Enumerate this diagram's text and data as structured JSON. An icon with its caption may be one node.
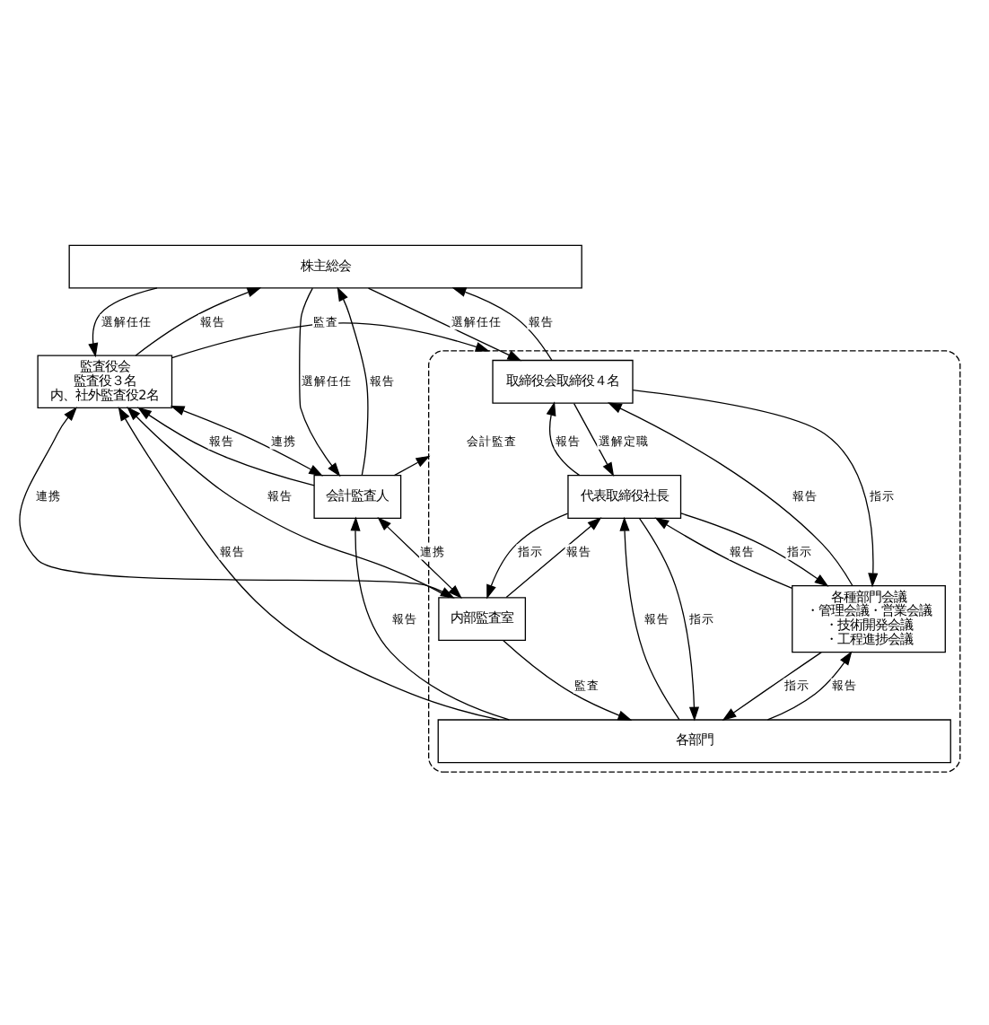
{
  "diagram": {
    "nodes": [
      {
        "text": [
          "株主総会"
        ]
      },
      {
        "text": [],
        "shape": "box"
      },
      {
        "text": [
          "取締役会取締役４名"
        ],
        "in": 1
      },
      {
        "text": [
          "監査役会",
          "監査役３名",
          "内、社外監査役2名"
        ]
      },
      {
        "text": [
          "代表取締役社長"
        ],
        "in": 1
      },
      {
        "text": [
          "会計監査人"
        ]
      },
      {
        "text": [
          "各種部門会議",
          "・管理会議・営業会議",
          "・技術開発会議",
          "・工程進捗会議"
        ],
        "in": 1
      },
      {
        "text": [
          "内部監査室"
        ],
        "in": 1
      },
      {
        "text": [
          "各部門"
        ],
        "in": 1
      }
    ],
    "edges": [
      {
        "from": 0,
        "to": 2,
        "arrow": "to",
        "label": "選解任任"
      },
      {
        "from": 2,
        "to": 0,
        "arrow": "to",
        "label": "報告"
      },
      {
        "from": 0,
        "to": 3,
        "arrow": "to",
        "label": "選解任任"
      },
      {
        "from": 3,
        "to": 0,
        "arrow": "to",
        "label": "報告"
      },
      {
        "from": 5,
        "to": 0,
        "arrow": "to",
        "label": "報告"
      },
      {
        "from": 0,
        "to": 5,
        "arrow": "to",
        "label": "選解任任"
      },
      {
        "from": 3,
        "to": 1,
        "arrow": "to",
        "label": "監査"
      },
      {
        "from": 2,
        "to": 4,
        "arrow": "to",
        "label": "選解定職"
      },
      {
        "from": 4,
        "to": 2,
        "arrow": "to",
        "label": "報告"
      },
      {
        "from": 2,
        "to": 6,
        "arrow": "to",
        "label": "指示"
      },
      {
        "from": 6,
        "to": 2,
        "arrow": "to",
        "label": "報告"
      },
      {
        "from": 6,
        "to": 4,
        "arrow": "to",
        "label": "報告"
      },
      {
        "from": 4,
        "to": 6,
        "arrow": "to",
        "label": "指示"
      },
      {
        "from": 8,
        "to": 4,
        "arrow": "to",
        "label": "報告"
      },
      {
        "from": 4,
        "to": 8,
        "arrow": "to",
        "label": "指示"
      },
      {
        "from": 7,
        "to": 4,
        "arrow": "to",
        "label": "報告"
      },
      {
        "from": 4,
        "to": 7,
        "arrow": "to",
        "label": "指示"
      },
      {
        "from": 7,
        "to": 3,
        "arrow": "both",
        "label": "連携"
      },
      {
        "from": 7,
        "to": 3,
        "arrow": "to",
        "label": "報告"
      },
      {
        "from": 8,
        "to": 3,
        "arrow": "to",
        "label": "報告"
      },
      {
        "from": 5,
        "to": 3,
        "arrow": "to",
        "label": "報告"
      },
      {
        "from": 3,
        "to": 5,
        "arrow": "both",
        "label": "連携"
      },
      {
        "from": 7,
        "to": 5,
        "arrow": "both",
        "label": "連携"
      },
      {
        "from": 8,
        "to": 5,
        "arrow": "to",
        "label": "報告"
      },
      {
        "from": 5,
        "to": 1,
        "arrow": "to",
        "label": "会計監査"
      },
      {
        "from": 6,
        "to": 8,
        "arrow": "to",
        "label": "指示"
      },
      {
        "from": 8,
        "to": 6,
        "arrow": "to",
        "label": "報告"
      },
      {
        "from": 7,
        "to": 8,
        "arrow": "to",
        "label": "監査"
      }
    ]
  }
}
